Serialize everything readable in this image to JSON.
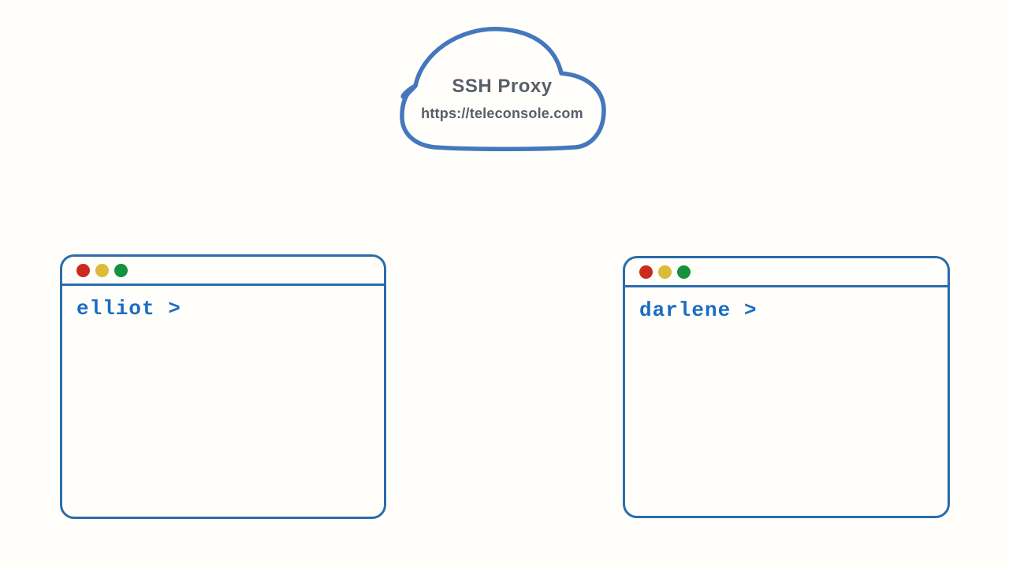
{
  "cloud": {
    "title": "SSH Proxy",
    "url": "https://teleconsole.com"
  },
  "terminals": [
    {
      "user": "elliot",
      "prompt": "elliot >"
    },
    {
      "user": "darlene",
      "prompt": "darlene >"
    }
  ],
  "colors": {
    "background": "#fffefb",
    "cloud_border": "#4477bd",
    "cloud_text": "#575f68",
    "window_border": "#2b6cab",
    "prompt_text": "#1a6cc4",
    "dot_red": "#cb2b1d",
    "dot_yellow": "#dcba3a",
    "dot_green": "#14913f"
  }
}
